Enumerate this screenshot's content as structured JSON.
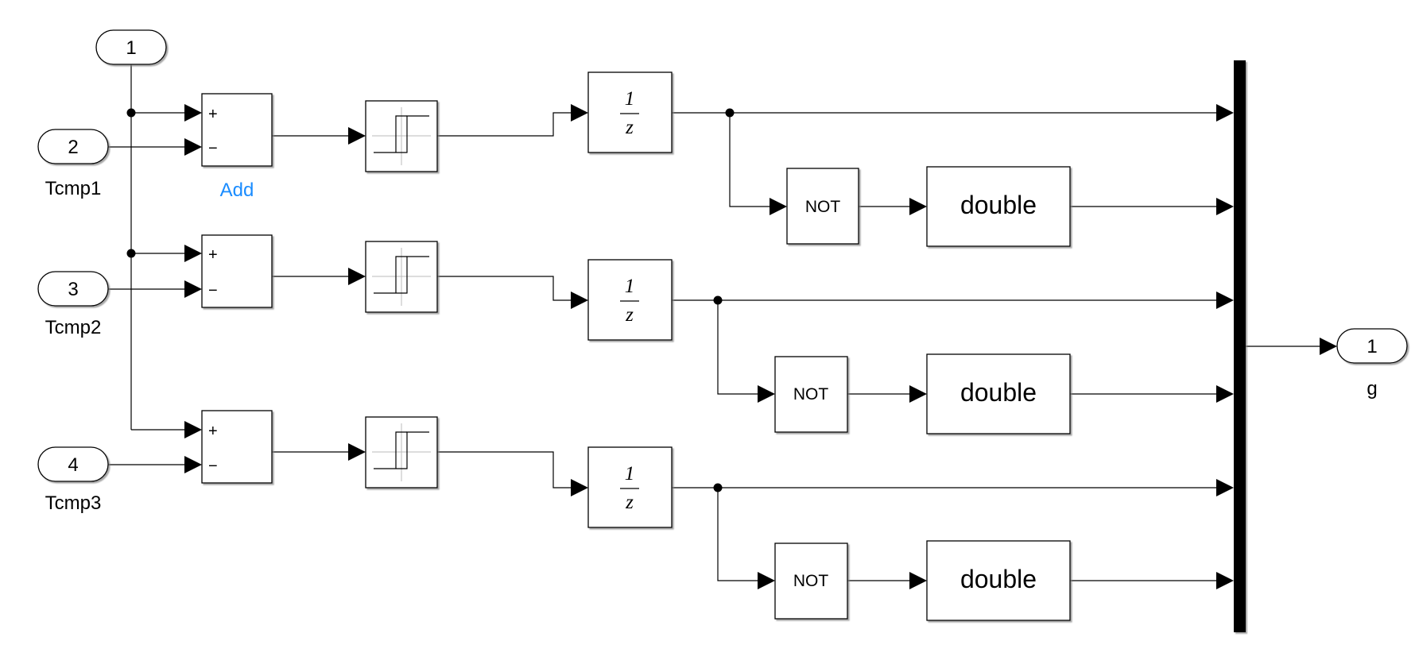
{
  "diagram": {
    "inports": [
      {
        "number": "1",
        "name": ""
      },
      {
        "number": "2",
        "name": "Tcmp1"
      },
      {
        "number": "3",
        "name": "Tcmp2"
      },
      {
        "number": "4",
        "name": "Tcmp3"
      }
    ],
    "outport": {
      "number": "1",
      "name": "g"
    },
    "sum_blocks": [
      {
        "signs": [
          "+",
          "−"
        ],
        "name": "Add",
        "name_color": "#1a8cff"
      },
      {
        "signs": [
          "+",
          "−"
        ],
        "name": ""
      },
      {
        "signs": [
          "+",
          "−"
        ],
        "name": ""
      }
    ],
    "relay_icon": "relay-hysteresis-icon",
    "unit_delay": {
      "numerator": "1",
      "denominator": "z"
    },
    "not_label": "NOT",
    "convert_label": "double",
    "mux_icon": "mux-bar"
  }
}
